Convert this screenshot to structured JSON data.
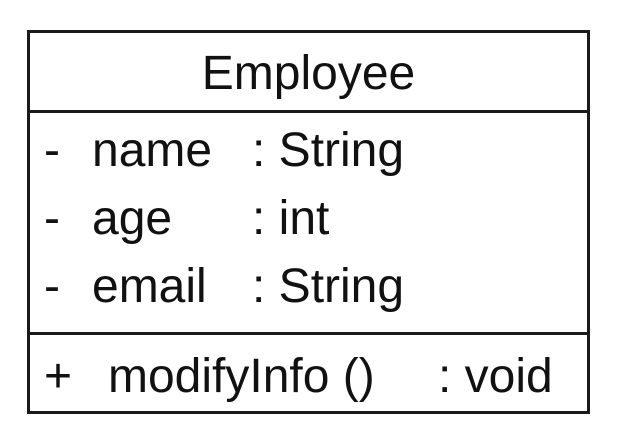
{
  "class": {
    "name": "Employee",
    "attributes": [
      {
        "visibility": "-",
        "name": "name",
        "type": ": String"
      },
      {
        "visibility": "-",
        "name": "age",
        "type": ": int"
      },
      {
        "visibility": "-",
        "name": "email",
        "type": ": String"
      }
    ],
    "operations": [
      {
        "visibility": "+",
        "name": "modifyInfo ()",
        "type": ": void"
      }
    ]
  },
  "colors": {
    "border": "#1a1a1a",
    "text": "#111111",
    "background": "#ffffff"
  }
}
